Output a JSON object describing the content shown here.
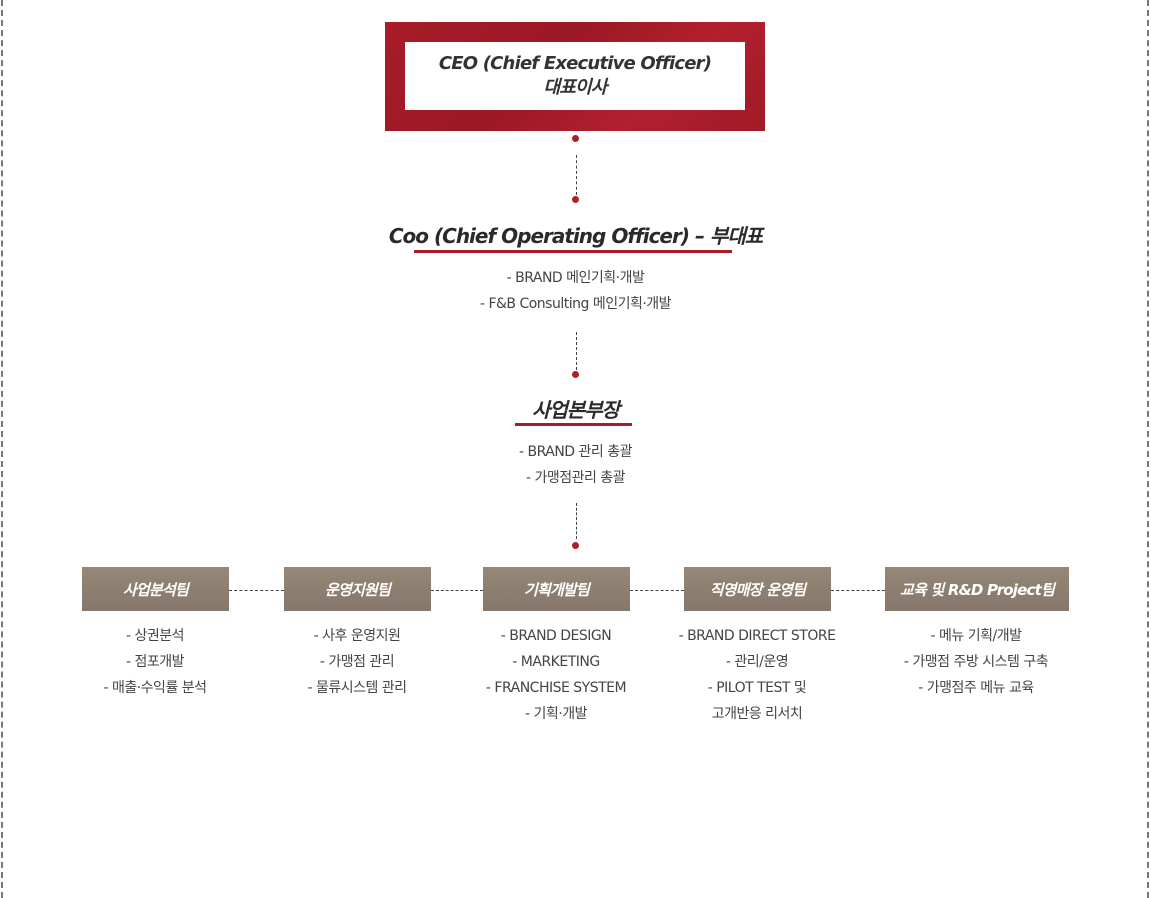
{
  "ceo": {
    "title_en": "CEO (Chief Executive Officer)",
    "title_ko": "대표이사"
  },
  "coo": {
    "title": "Coo (Chief Operating Officer) – 부대표",
    "duties": [
      "- BRAND 메인기획·개발",
      "- F&B Consulting 메인기획·개발"
    ]
  },
  "division_head": {
    "title": "사업본부장",
    "duties": [
      "- BRAND 관리 총괄",
      "- 가맹점관리 총괄"
    ]
  },
  "teams": [
    {
      "name": "사업분석팀",
      "duties": [
        "- 상권분석",
        "- 점포개발",
        "- 매출·수익률 분석"
      ]
    },
    {
      "name": "운영지원팀",
      "duties": [
        "- 사후 운영지원",
        "- 가맹점 관리",
        "- 물류시스템 관리"
      ]
    },
    {
      "name": "기획개발팀",
      "duties": [
        "- BRAND DESIGN",
        "- MARKETING",
        "- FRANCHISE SYSTEM",
        "- 기획·개발"
      ]
    },
    {
      "name": "직영매장 운영팀",
      "duties": [
        "- BRAND DIRECT STORE",
        "- 관리/운영",
        "- PILOT TEST 및",
        "고개반응 리서치"
      ]
    },
    {
      "name": "교육 및 R&D Project팀",
      "duties": [
        "- 메뉴 기획/개발",
        "- 가맹점 주방 시스템 구축",
        "- 가맹점주 메뉴 교육"
      ]
    }
  ],
  "colors": {
    "accent": "#a81c2a",
    "team_bg": "#8b7d6b"
  }
}
